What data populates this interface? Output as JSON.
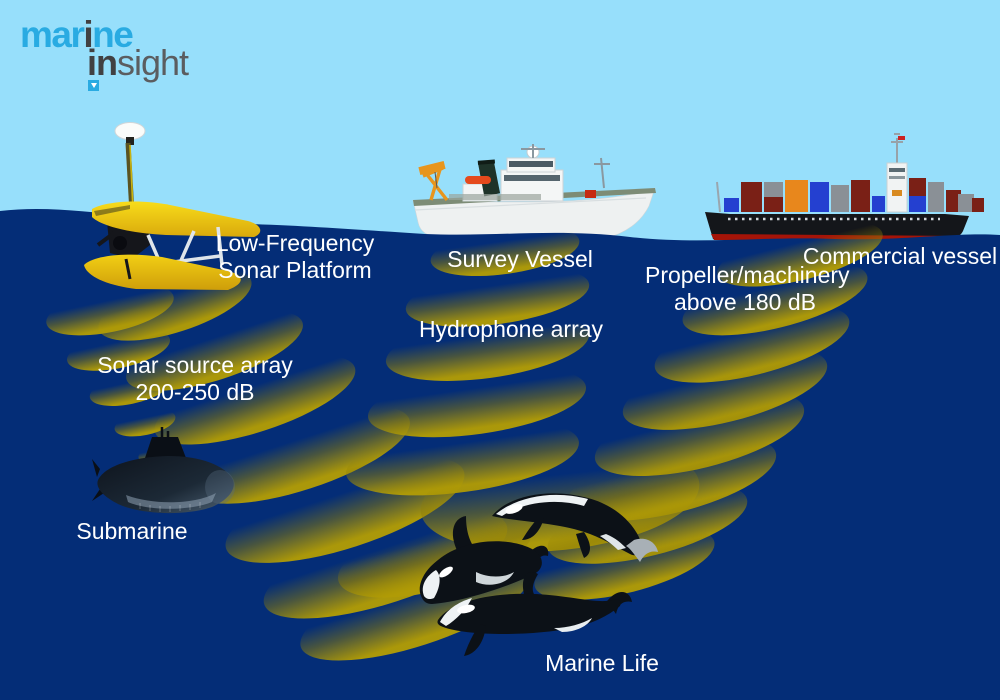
{
  "logo": {
    "word1_prefix": "mar",
    "word1_i": "i",
    "word1_suffix": "ne",
    "word2_bold": "in",
    "word2_light": "sight"
  },
  "labels": {
    "sonar_platform_line1": "Low-Frequency",
    "sonar_platform_line2": "Sonar Platform",
    "survey_vessel": "Survey Vessel",
    "commercial_vessel": "Commercial vessel",
    "propeller_line1": "Propeller/machinery",
    "propeller_line2": "above 180 dB",
    "hydrophone_array": "Hydrophone array",
    "sonar_source_line1": "Sonar source array",
    "sonar_source_line2": "200-250 dB",
    "submarine": "Submarine",
    "marine_life": "Marine Life"
  },
  "icons": {
    "sonar_platform": "wave-glider-icon",
    "survey": "research-ship-icon",
    "commercial": "container-ship-icon",
    "submarine": "submarine-icon",
    "marine_life": "orca-icon",
    "sound_beam": "sonar-beam-ellipse"
  },
  "colors": {
    "sky": "#97dffb",
    "ocean": "#042d77",
    "beam_yellow": "#b09b06",
    "label_text": "#ffffff",
    "logo_blue": "#29abe2",
    "logo_dark": "#414042",
    "logo_gray": "#5b5d60",
    "glider_yellow": "#f2cf14",
    "cargo_hull": "#14161a",
    "cargo_stripe": "#a51408"
  }
}
